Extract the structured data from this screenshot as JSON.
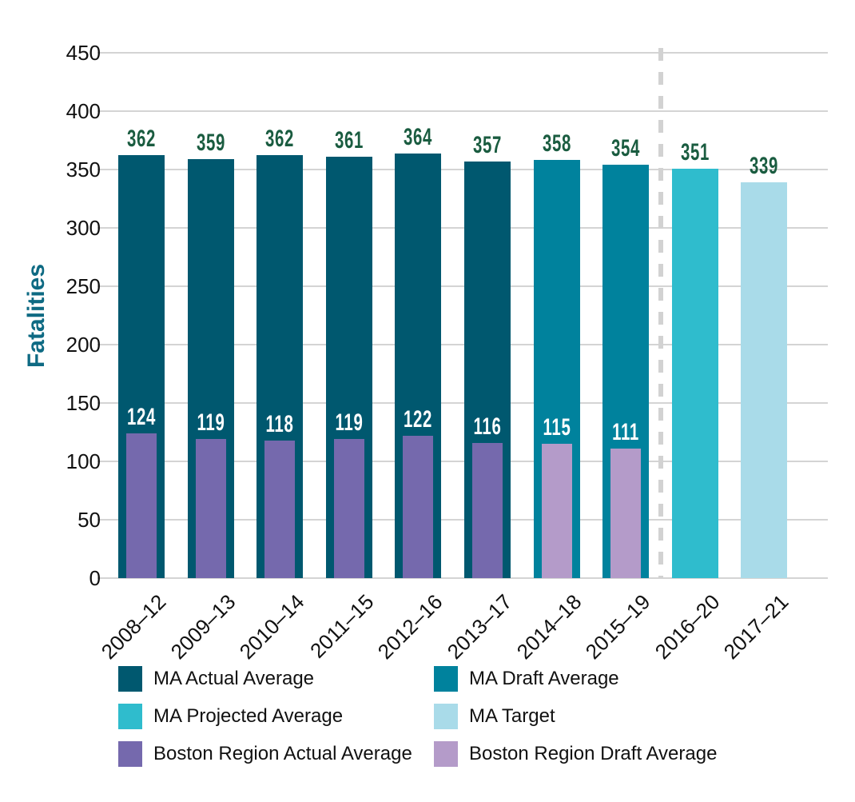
{
  "chart_data": {
    "type": "bar",
    "title": "",
    "xlabel": "",
    "ylabel": "Fatalities",
    "ylim": [
      0,
      450
    ],
    "yticks": [
      0,
      50,
      100,
      150,
      200,
      250,
      300,
      350,
      400,
      450
    ],
    "grid": "horizontal",
    "legend_position": "bottom",
    "categories": [
      "2008–12",
      "2009–13",
      "2010–14",
      "2011–15",
      "2012–16",
      "2013–17",
      "2014–18",
      "2015–19",
      "2016–20",
      "2017–21"
    ],
    "divider_after_index": 7,
    "series": [
      {
        "name": "MA Actual Average",
        "role": "outer",
        "color": "#00586F",
        "label_color": "#1A5C40",
        "values": [
          362,
          359,
          362,
          361,
          364,
          357,
          null,
          null,
          null,
          null
        ]
      },
      {
        "name": "MA Draft Average",
        "role": "outer",
        "color": "#00829D",
        "label_color": "#1A5C40",
        "values": [
          null,
          null,
          null,
          null,
          null,
          null,
          358,
          354,
          null,
          null
        ]
      },
      {
        "name": "MA Projected Average",
        "role": "outer",
        "color": "#2FBCCD",
        "label_color": "#1A5C40",
        "values": [
          null,
          null,
          null,
          null,
          null,
          null,
          null,
          null,
          351,
          null
        ]
      },
      {
        "name": "MA Target",
        "role": "outer",
        "color": "#A9DBE9",
        "label_color": "#1A5C40",
        "values": [
          null,
          null,
          null,
          null,
          null,
          null,
          null,
          null,
          null,
          339
        ]
      },
      {
        "name": "Boston Region Actual Average",
        "role": "inner",
        "color": "#7569AD",
        "label_color": "#FFFFFF",
        "values": [
          124,
          119,
          118,
          119,
          122,
          116,
          null,
          null,
          null,
          null
        ]
      },
      {
        "name": "Boston Region Draft Average",
        "role": "inner",
        "color": "#B49BC9",
        "label_color": "#FFFFFF",
        "values": [
          null,
          null,
          null,
          null,
          null,
          null,
          115,
          111,
          null,
          null
        ]
      }
    ]
  },
  "legend": {
    "items": [
      {
        "label": "MA Actual Average",
        "color": "#00586F"
      },
      {
        "label": "MA Draft Average",
        "color": "#00829D"
      },
      {
        "label": "MA Projected Average",
        "color": "#2FBCCD"
      },
      {
        "label": "MA Target",
        "color": "#A9DBE9"
      },
      {
        "label": "Boston Region Actual Average",
        "color": "#7569AD"
      },
      {
        "label": "Boston Region Draft Average",
        "color": "#B49BC9"
      }
    ]
  },
  "colors": {
    "gridline": "#D4D4D4",
    "divider_dashed": "#D2D2D2",
    "axis_tick_text": "#111111",
    "ylabel_teal": "#0E6A83",
    "value_green": "#1A5C40",
    "value_white": "#FFFFFF"
  }
}
